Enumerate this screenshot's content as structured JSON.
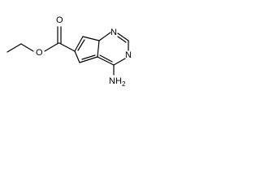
{
  "molecule": {
    "atoms": {
      "carbonyl_oxygen": "O",
      "ester_oxygen": "O",
      "ring_nitrogen_top": "N",
      "ring_nitrogen_right": "N",
      "amine_nitrogen": "N",
      "amine_h": "H",
      "amine_h_count": "2"
    }
  }
}
